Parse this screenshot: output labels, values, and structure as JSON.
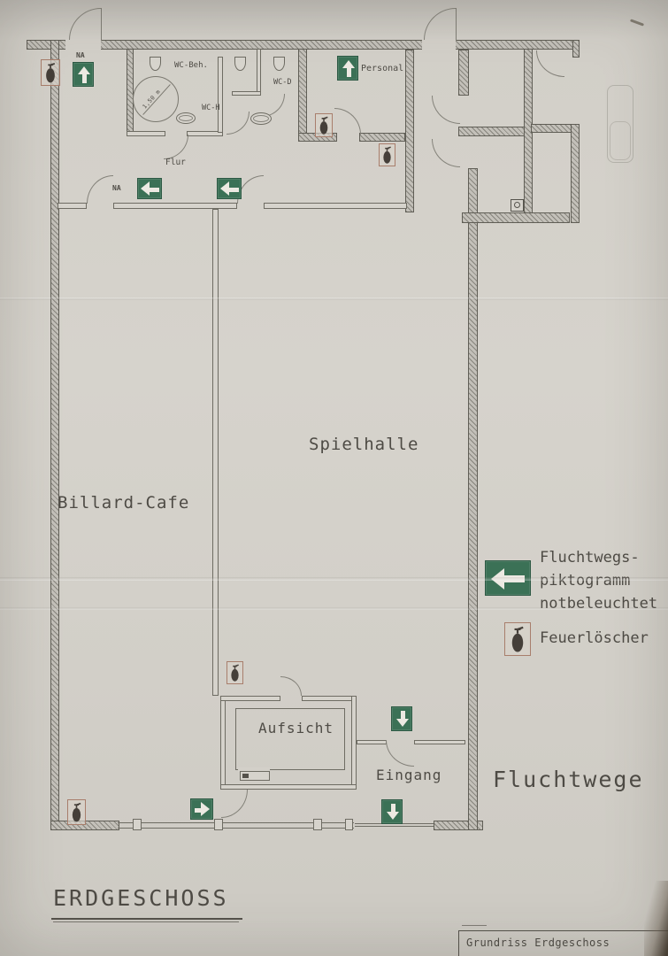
{
  "document": {
    "floor_title": "ERDGESCHOSS",
    "plan_heading": "Fluchtwege",
    "title_block": "Grundriss Erdgeschoss"
  },
  "rooms": {
    "billard_cafe": "Billard-Cafe",
    "spielhalle": "Spielhalle",
    "aufsicht": "Aufsicht",
    "eingang": "Eingang",
    "flur": "Flur",
    "wc_beh": "WC-Beh.",
    "wc_h": "WC-H",
    "wc_d": "WC-D",
    "personal": "Personal"
  },
  "labels": {
    "na_exit_top": "NA",
    "na_exit_flur": "NA",
    "turning_circle_diameter": "1,50 m"
  },
  "legend": {
    "escape_sign": "Fluchtwegs-\npiktogramm\nnotbeleuchtet",
    "fire_extinguisher": "Feuerlöscher"
  },
  "icons": {
    "escape_arrow_up": "↑",
    "escape_arrow_down": "↓",
    "escape_arrow_left": "←",
    "escape_arrow_right": "→",
    "fire_extinguisher": "extinguisher-glyph"
  },
  "colors": {
    "escape_green": "#3b7156",
    "extinguisher_frame": "#a87e6c",
    "ink": "#4e4b45",
    "paper": "#d3d0c9"
  }
}
